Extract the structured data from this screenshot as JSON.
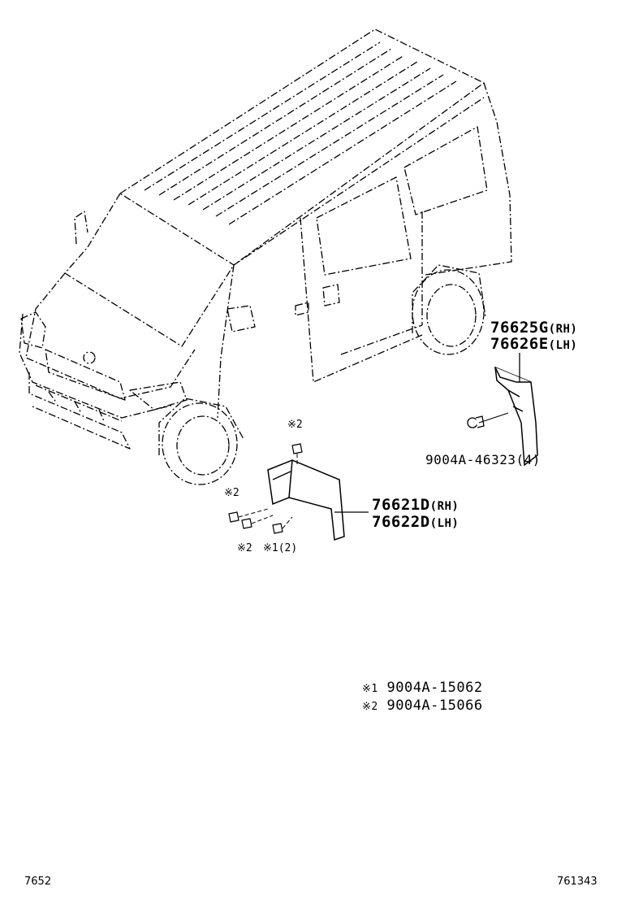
{
  "parts": {
    "rear_mudguard": {
      "rh": "76625G",
      "rh_side": "(RH)",
      "lh": "76626E",
      "lh_side": "(LH)"
    },
    "front_mudguard": {
      "rh": "76621D",
      "rh_side": "(RH)",
      "lh": "76622D",
      "lh_side": "(LH)"
    },
    "rear_fastener": "9004A-46323(4)"
  },
  "callouts": {
    "screw_top": "※2",
    "screw_left": "※2",
    "screw_bottom_left": "※2",
    "screw_bottom_right": "※1(2)"
  },
  "legend": [
    {
      "mark": "※1",
      "part": "9004A-15062"
    },
    {
      "mark": "※2",
      "part": "9004A-15066"
    }
  ],
  "footer": {
    "left": "7652",
    "right": "761343"
  }
}
